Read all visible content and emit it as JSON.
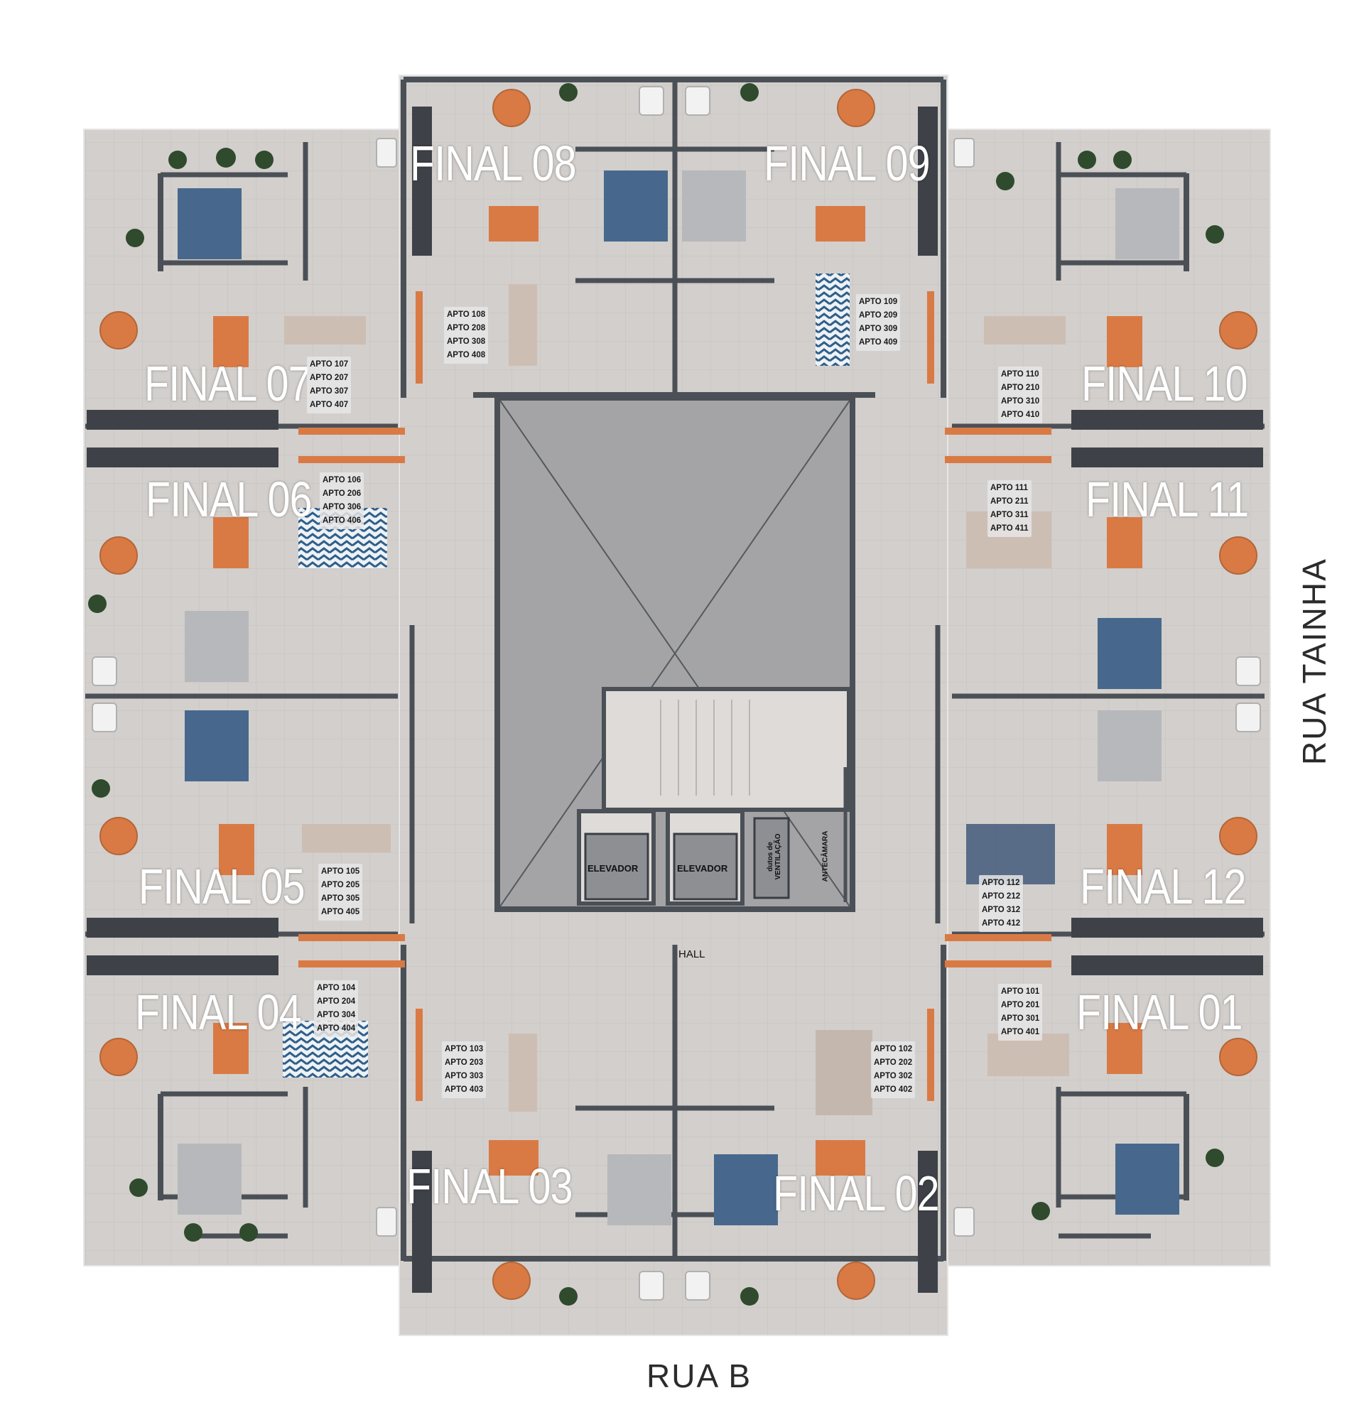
{
  "streets": {
    "bottom": "RUA B",
    "right": "RUA TAINHA"
  },
  "core": {
    "hall": "HALL",
    "elevator_1": "ELEVADOR",
    "elevator_2": "ELEVADOR",
    "ventilation_line1": "dutos de",
    "ventilation_line2": "VENTILAÇÃO",
    "antechamber": "ANTECÂMARA"
  },
  "units": [
    {
      "final": "FINAL 08",
      "aptos": [
        "APTO 108",
        "APTO 208",
        "APTO 308",
        "APTO 408"
      ]
    },
    {
      "final": "FINAL 09",
      "aptos": [
        "APTO 109",
        "APTO 209",
        "APTO 309",
        "APTO 409"
      ]
    },
    {
      "final": "FINAL 07",
      "aptos": [
        "APTO 107",
        "APTO 207",
        "APTO 307",
        "APTO 407"
      ]
    },
    {
      "final": "FINAL 10",
      "aptos": [
        "APTO 110",
        "APTO 210",
        "APTO 310",
        "APTO 410"
      ]
    },
    {
      "final": "FINAL 06",
      "aptos": [
        "APTO 106",
        "APTO 206",
        "APTO 306",
        "APTO 406"
      ]
    },
    {
      "final": "FINAL 11",
      "aptos": [
        "APTO 111",
        "APTO 211",
        "APTO 311",
        "APTO 411"
      ]
    },
    {
      "final": "FINAL 05",
      "aptos": [
        "APTO 105",
        "APTO 205",
        "APTO 305",
        "APTO 405"
      ]
    },
    {
      "final": "FINAL 12",
      "aptos": [
        "APTO 112",
        "APTO 212",
        "APTO 312",
        "APTO 412"
      ]
    },
    {
      "final": "FINAL 04",
      "aptos": [
        "APTO 104",
        "APTO 204",
        "APTO 304",
        "APTO 404"
      ]
    },
    {
      "final": "FINAL 01",
      "aptos": [
        "APTO 101",
        "APTO 201",
        "APTO 301",
        "APTO 401"
      ]
    },
    {
      "final": "FINAL 03",
      "aptos": [
        "APTO 103",
        "APTO 203",
        "APTO 303",
        "APTO 403"
      ]
    },
    {
      "final": "FINAL 02",
      "aptos": [
        "APTO 102",
        "APTO 202",
        "APTO 302",
        "APTO 402"
      ]
    }
  ],
  "colors": {
    "floor": "#d3cfcc",
    "wall": "#4b5057",
    "void": "#a4a4a6",
    "wood": "#d97a45",
    "bed_blue": "#47688c",
    "bed_grey": "#b7b8bb",
    "plant": "#2f4a2c",
    "label": "#ffffff"
  }
}
